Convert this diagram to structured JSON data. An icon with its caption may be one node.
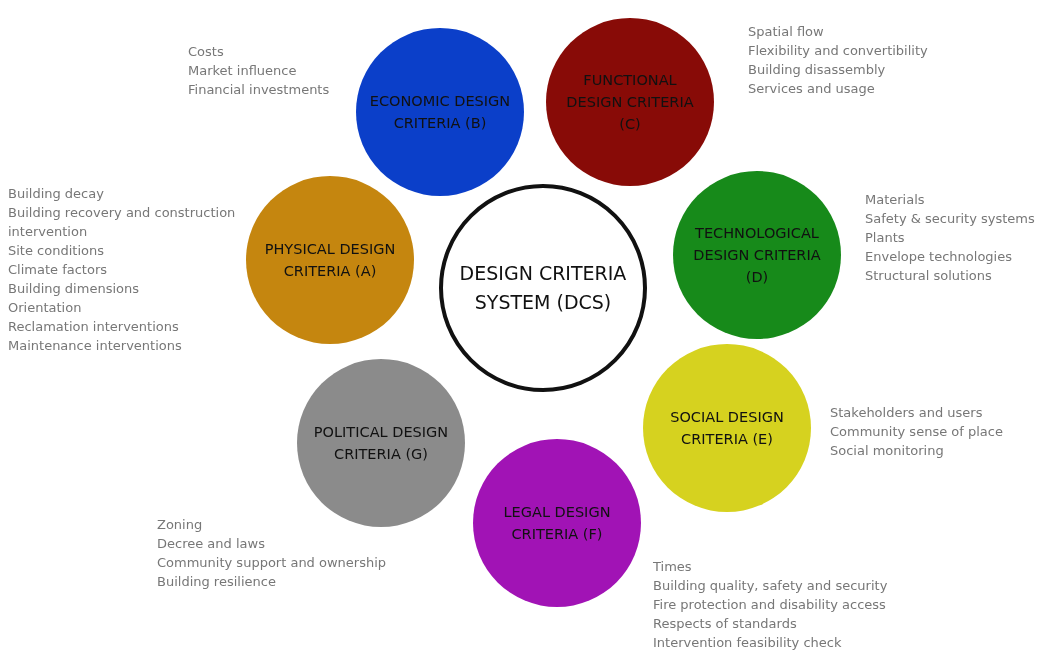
{
  "diagram": {
    "nodes": [
      {
        "text": [
          "DESIGN CRITERIA SYSTEM (DCS)"
        ]
      },
      {
        "text": [
          "PHYSICAL DESIGN CRITERIA (A)"
        ],
        "beside": [
          "Building decay",
          "Building recovery and construction intervention",
          "Site conditions",
          "Climate factors",
          "Building dimensions",
          "Orientation",
          "Reclamation interventions",
          "Maintenance interventions"
        ]
      },
      {
        "text": [
          "ECONOMIC DESIGN CRITERIA (B)"
        ],
        "beside": [
          "Costs",
          "Market influence",
          "Financial investments"
        ]
      },
      {
        "text": [
          "FUNCTIONAL DESIGN CRITERIA (C)"
        ],
        "beside": [
          "Spatial flow",
          "Flexibility and convertibility",
          "Building disassembly",
          "Services and usage"
        ]
      },
      {
        "text": [
          "TECHNOLOGICAL DESIGN CRITERIA (D)"
        ],
        "beside": [
          "Materials",
          "Safety & security systems",
          "Plants",
          "Envelope technologies",
          "Structural solutions"
        ]
      },
      {
        "text": [
          "SOCIAL DESIGN CRITERIA (E)"
        ],
        "beside": [
          "Stakeholders and users",
          "Community sense of place",
          "Social monitoring"
        ]
      },
      {
        "text": [
          "LEGAL DESIGN CRITERIA (F)"
        ],
        "beside": [
          "Times",
          "Building quality, safety and security",
          "Fire protection and disability access",
          "Respects of standards",
          "Intervention feasibility check"
        ]
      },
      {
        "text": [
          "POLITICAL DESIGN CRITERIA (G)"
        ],
        "beside": [
          "Zoning",
          "Decree and laws",
          "Community support and ownership",
          "Building resilience"
        ]
      }
    ]
  }
}
